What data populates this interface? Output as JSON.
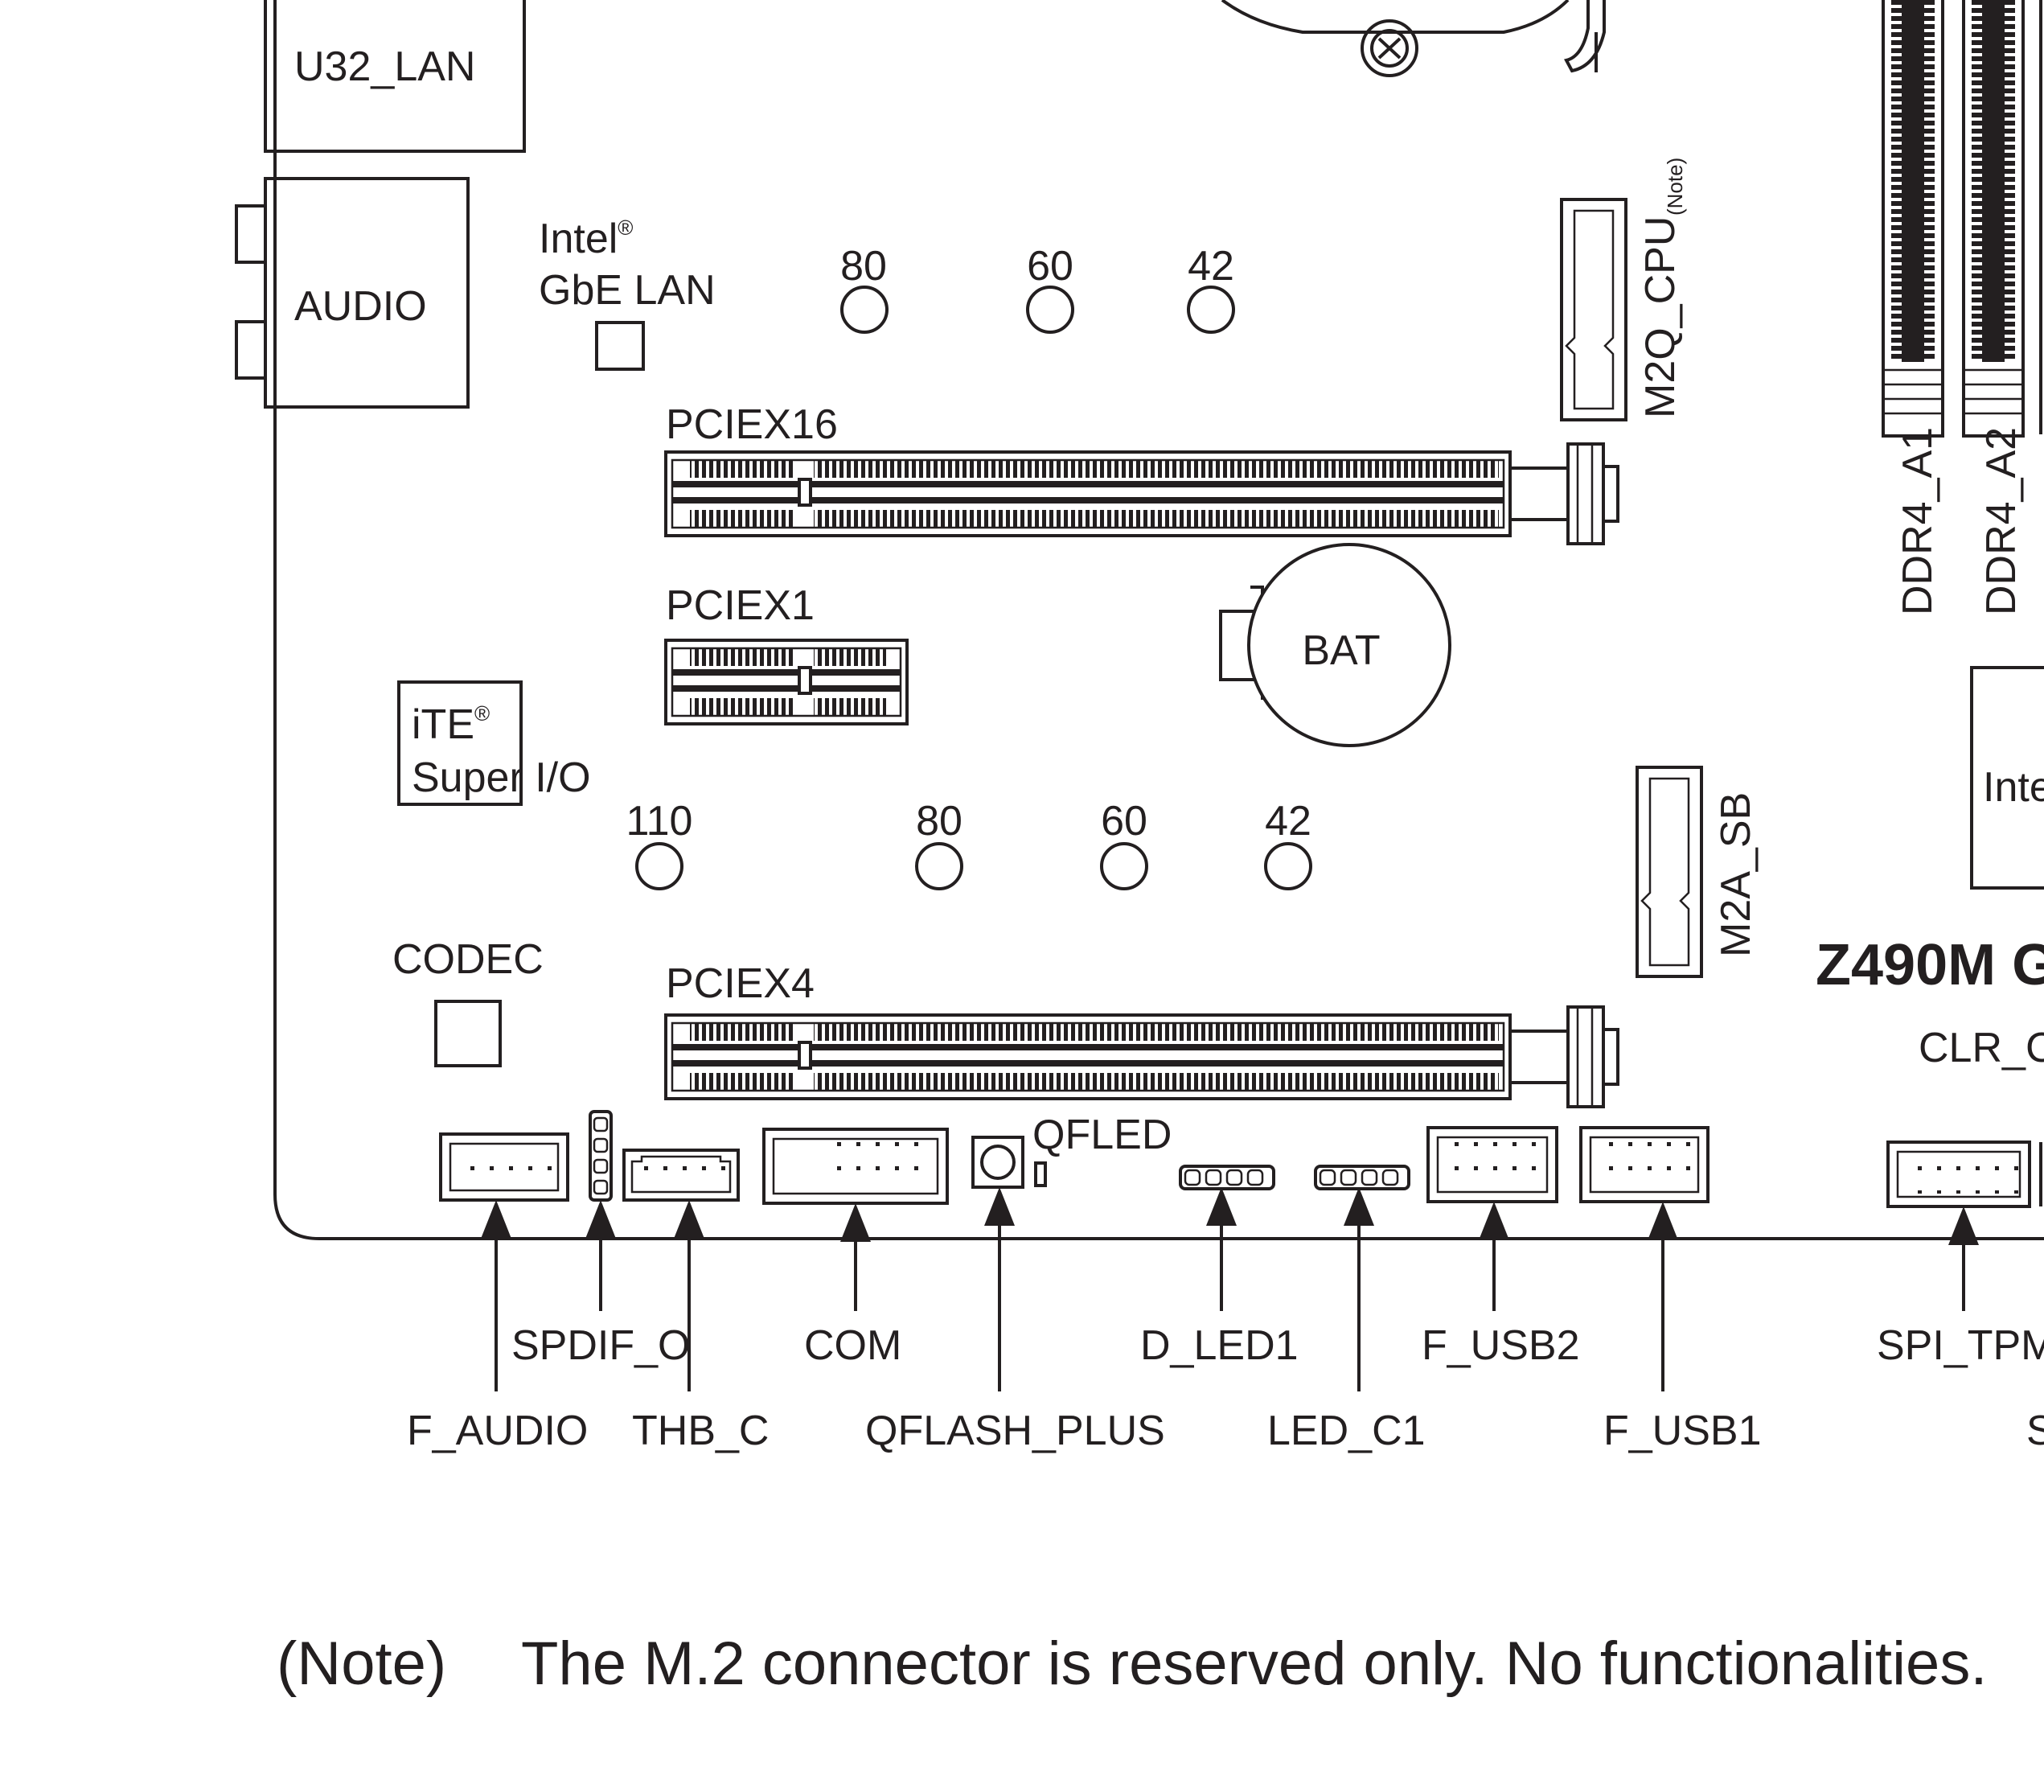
{
  "io": {
    "u32_lan": "U32_LAN",
    "audio": "AUDIO"
  },
  "chips": {
    "intel_brand": "Intel",
    "gbe_lan": "GbE LAN",
    "ite_brand": "iTE",
    "super_io": "Super I/O",
    "codec": "CODEC",
    "registered": "®",
    "intel_chipset_partial": "Inte"
  },
  "slots": {
    "pciex16": "PCIEX16",
    "pciex1": "PCIEX1",
    "pciex4": "PCIEX4"
  },
  "m2": {
    "cpu_label": "M2Q_CPU",
    "cpu_note": "(Note)",
    "sb_label": "M2A_SB",
    "standoffs_top": [
      "80",
      "60",
      "42"
    ],
    "standoffs_bottom": [
      "110",
      "80",
      "60",
      "42"
    ]
  },
  "memory": {
    "slot_a1": "DDR4_A1",
    "slot_a2": "DDR4_A2"
  },
  "battery": "BAT",
  "board_model": "Z490M G",
  "clr_cmos_partial": "CLR_C",
  "qfled": "QFLED",
  "headers": {
    "spdif_o": "SPDIF_O",
    "com": "COM",
    "d_led1": "D_LED1",
    "f_usb2": "F_USB2",
    "spi_tpm": "SPI_TPM",
    "f_audio": "F_AUDIO",
    "thb_c": "THB_C",
    "qflash_plus": "QFLASH_PLUS",
    "led_c1": "LED_C1",
    "f_usb1": "F_USB1",
    "partial_s": "S"
  },
  "footnote": {
    "marker": "(Note)",
    "text": "The M.2 connector is reserved only. No functionalities."
  }
}
